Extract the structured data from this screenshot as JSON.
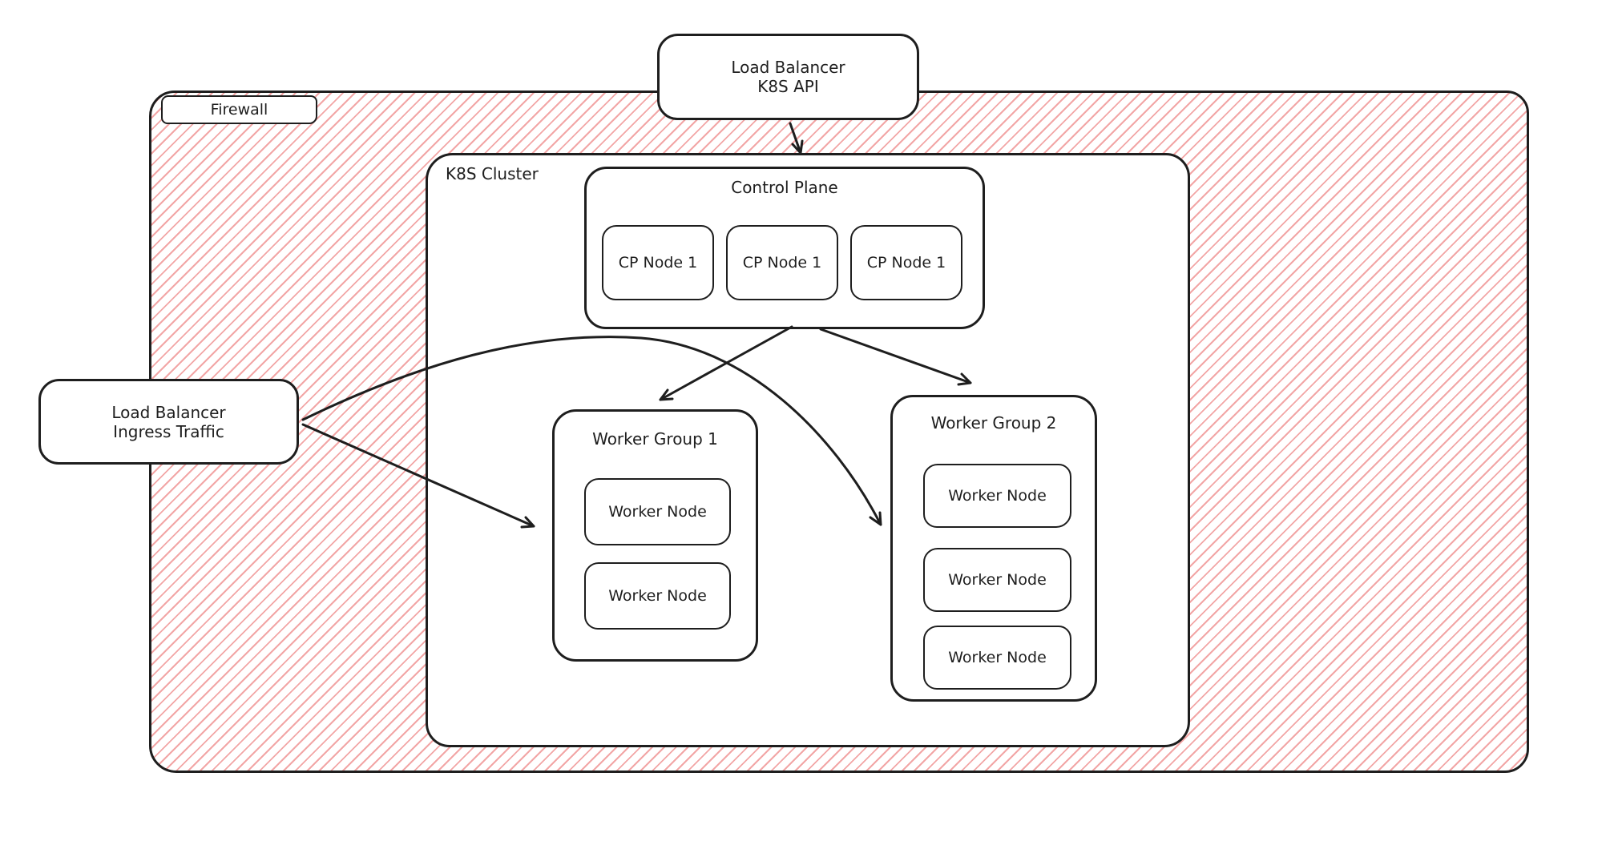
{
  "diagram": {
    "background_color": "#ffffff",
    "stroke_color": "#1e1e1e",
    "hatch_color": "#f0a6a6",
    "lb_api": {
      "line1": "Load Balancer",
      "line2": "K8S API"
    },
    "firewall": {
      "label": "Firewall"
    },
    "cluster": {
      "label": "K8S Cluster"
    },
    "control_plane": {
      "label": "Control Plane",
      "nodes": [
        "CP Node 1",
        "CP Node 1",
        "CP Node 1"
      ]
    },
    "worker_group_1": {
      "label": "Worker Group 1",
      "nodes": [
        "Worker Node",
        "Worker Node"
      ]
    },
    "worker_group_2": {
      "label": "Worker Group 2",
      "nodes": [
        "Worker Node",
        "Worker Node",
        "Worker Node"
      ]
    },
    "lb_ingress": {
      "line1": "Load Balancer",
      "line2": "Ingress Traffic"
    },
    "edges": [
      {
        "from": "Load Balancer K8S API",
        "to": "Control Plane"
      },
      {
        "from": "Control Plane",
        "to": "Worker Group 1"
      },
      {
        "from": "Control Plane",
        "to": "Worker Group 2"
      },
      {
        "from": "Load Balancer Ingress Traffic",
        "to": "Worker Group 1"
      },
      {
        "from": "Load Balancer Ingress Traffic",
        "to": "Worker Group 2"
      }
    ]
  }
}
